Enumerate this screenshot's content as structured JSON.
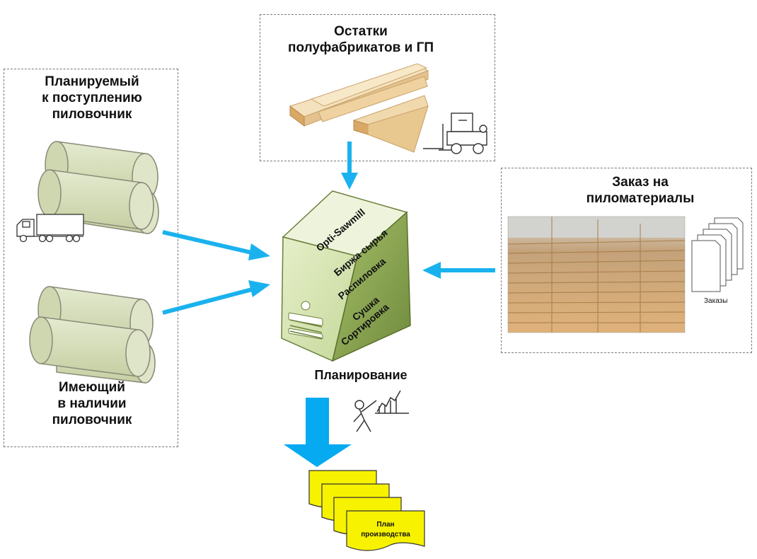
{
  "raw_material_planned": {
    "title_lines": [
      "Планируемый",
      "к поступлению",
      "пиловочник"
    ]
  },
  "raw_material_available": {
    "title_lines": [
      "Имеющий",
      "в наличии",
      "пиловочник"
    ]
  },
  "leftovers": {
    "title_lines": [
      "Остатки",
      "полуфабрикатов и ГП"
    ]
  },
  "order": {
    "title_lines": [
      "Заказ на",
      "пиломатериалы"
    ],
    "documents_label": "Заказы"
  },
  "server": {
    "product_name": "Opti-Sawmill",
    "modules": [
      "Биржа сырья",
      "Распиловка",
      "Сушка",
      "Сортировка"
    ]
  },
  "planning": {
    "label": "Планирование"
  },
  "output": {
    "label_lines": [
      "План",
      "производства"
    ]
  },
  "colors": {
    "arrow": "#1ab2ee",
    "server_light": "#d9e7b5",
    "server_dark": "#8fab55",
    "log_fill": "#d4dcb8",
    "document_yellow": "#f7f200",
    "dashed_border": "#7a7a7a"
  }
}
